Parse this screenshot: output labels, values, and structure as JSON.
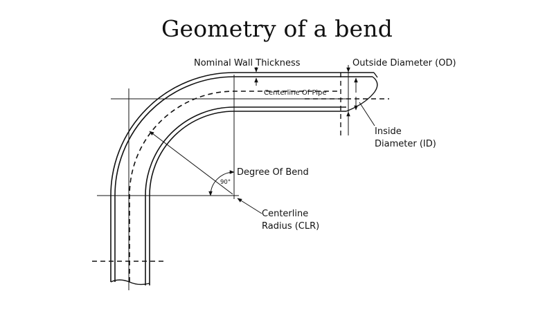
{
  "title": "Geometry of a bend",
  "labels": {
    "nominal_wall_thickness": "Nominal Wall Thickness",
    "outside_diameter": "Outside Diameter (OD)",
    "centerline_of_pipe": "Centerline Of Pipe",
    "inside_diameter_line1": "Inside",
    "inside_diameter_line2": "Diameter (ID)",
    "degree_of_bend": "Degree Of Bend",
    "angle_value": "90°",
    "centerline_radius_line1": "Centerline",
    "centerline_radius_line2": "Radius (CLR)"
  },
  "colors": {
    "stroke": "#111111",
    "background": "#ffffff"
  }
}
